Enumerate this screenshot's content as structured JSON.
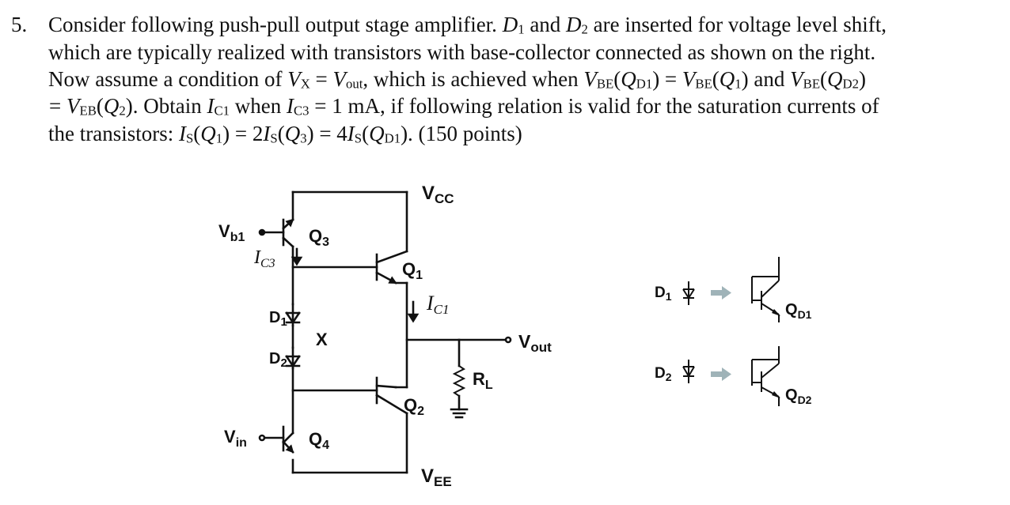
{
  "problem": {
    "number": "5.",
    "line1": [
      "Consider following push-pull output stage amplifier. ",
      "D",
      "1",
      " and ",
      "D",
      "2",
      " are inserted for voltage level shift,"
    ],
    "line2": "which are typically realized with transistors with base-collector connected as shown on the right.",
    "line3": [
      "Now assume a condition of ",
      "V",
      "X",
      " = ",
      "V",
      "out",
      ", which is achieved when ",
      "V",
      "BE",
      "(",
      "Q",
      "D1",
      ") = ",
      "V",
      "BE",
      "(",
      "Q",
      "1",
      ") and ",
      "V",
      "BE",
      "(",
      "Q",
      "D2",
      ")"
    ],
    "line4": [
      "= ",
      "V",
      "EB",
      "(",
      "Q",
      "2",
      "). Obtain ",
      "I",
      "C1",
      " when ",
      "I",
      "C3",
      " = 1 mA, if following relation is valid for the saturation currents of"
    ],
    "line5": [
      "the transistors: ",
      "I",
      "S",
      "(",
      "Q",
      "1",
      ") = 2",
      "I",
      "S",
      "(",
      "Q",
      "3",
      ") = 4",
      "I",
      "S",
      "(",
      "Q",
      "D1",
      "). (150 points)"
    ]
  },
  "circuit": {
    "vcc": {
      "main": "V",
      "sub": "CC"
    },
    "vee": {
      "main": "V",
      "sub": "EE"
    },
    "vb1": {
      "main": "V",
      "sub": "b1"
    },
    "vin": {
      "main": "V",
      "sub": "in"
    },
    "vout": {
      "main": "V",
      "sub": "out"
    },
    "q3": {
      "main": "Q",
      "sub": "3"
    },
    "q4": {
      "main": "Q",
      "sub": "4"
    },
    "q1": {
      "main": "Q",
      "sub": "1"
    },
    "q2": {
      "main": "Q",
      "sub": "2"
    },
    "d1": {
      "main": "D",
      "sub": "1"
    },
    "d2": {
      "main": "D",
      "sub": "2"
    },
    "x": "X",
    "ic3": {
      "main": "I",
      "sub": "C3"
    },
    "ic1": {
      "main": "I",
      "sub": "C1"
    },
    "rl": {
      "main": "R",
      "sub": "L"
    }
  },
  "equivalents": {
    "d1": {
      "main": "D",
      "sub": "1"
    },
    "d2": {
      "main": "D",
      "sub": "2"
    },
    "qd1": {
      "main": "Q",
      "sub": "D1"
    },
    "qd2": {
      "main": "Q",
      "sub": "D2"
    },
    "arrow_color": "#9fb3b8"
  }
}
